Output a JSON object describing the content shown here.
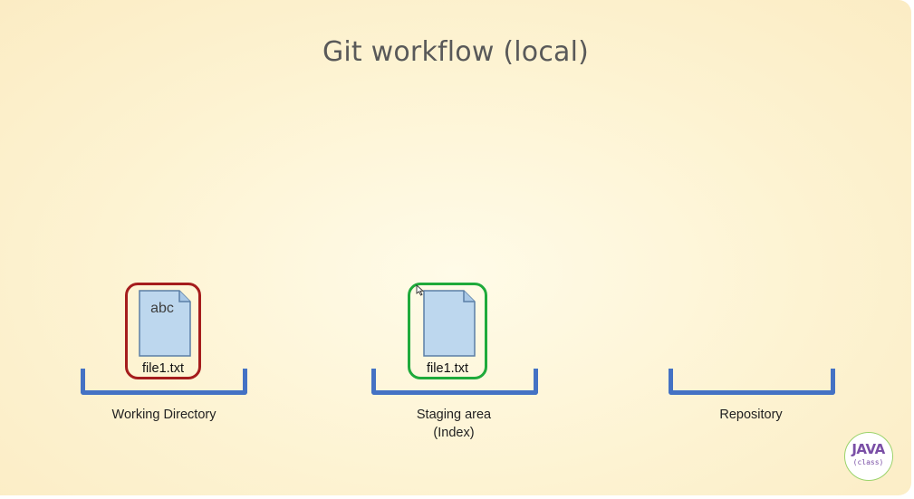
{
  "title": "Git workflow (local)",
  "areas": {
    "working_directory": {
      "label": "Working Directory"
    },
    "staging_area": {
      "label_line1": "Staging area",
      "label_line2": "(Index)"
    },
    "repository": {
      "label": "Repository"
    }
  },
  "files": {
    "working_file": {
      "name": "file1.txt",
      "content": "abc",
      "frame_color": "#a51c1c"
    },
    "staged_file": {
      "name": "file1.txt",
      "content": "",
      "frame_color": "#1faa3b"
    }
  },
  "colors": {
    "bucket": "#4472c4",
    "document_fill": "#bdd7ee",
    "document_stroke": "#5b7fa6"
  },
  "logo": {
    "main": "JAVA",
    "sub": "(class)"
  }
}
